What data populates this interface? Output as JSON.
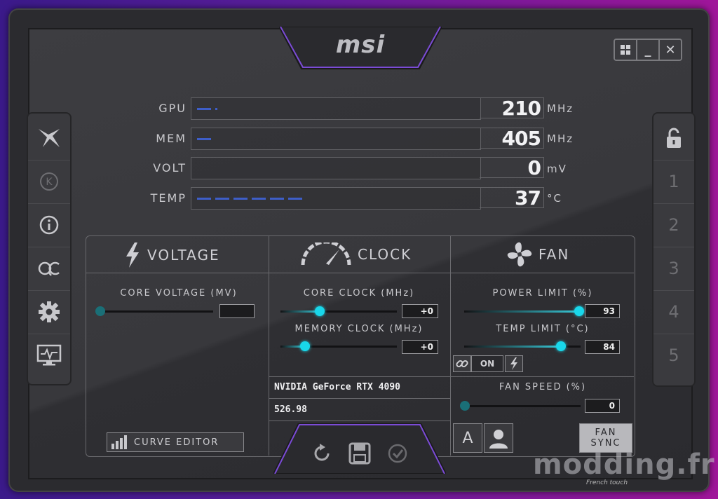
{
  "brand": {
    "logo": "msi"
  },
  "window_controls": {
    "windows": "windows-icon",
    "minimize": "_",
    "close": "✕"
  },
  "left_rail": [
    {
      "name": "rail-logo-icon"
    },
    {
      "name": "kombustor-k-icon"
    },
    {
      "name": "info-icon"
    },
    {
      "name": "oc-scanner-icon"
    },
    {
      "name": "settings-gear-icon"
    },
    {
      "name": "monitor-icon"
    }
  ],
  "profiles": {
    "lock": "unlock-icon",
    "items": [
      "1",
      "2",
      "3",
      "4",
      "5"
    ]
  },
  "meters": [
    {
      "label": "GPU",
      "value": "210",
      "unit": "MHz",
      "level": 0.07
    },
    {
      "label": "MEM",
      "value": "405",
      "unit": "MHz",
      "level": 0.05
    },
    {
      "label": "VOLT",
      "value": "0",
      "unit": "mV",
      "level": 0.0
    },
    {
      "label": "TEMP",
      "value": "37",
      "unit": "°C",
      "level": 0.37
    }
  ],
  "voltage": {
    "header": "VOLTAGE",
    "core_voltage_label": "CORE VOLTAGE  (MV)",
    "core_voltage_value": "",
    "curve_editor": "CURVE EDITOR"
  },
  "clock": {
    "header": "CLOCK",
    "core_clock_label": "CORE CLOCK (MHz)",
    "core_clock_value": "+0",
    "memory_clock_label": "MEMORY CLOCK (MHz)",
    "memory_clock_value": "+0",
    "gpu_name": "NVIDIA GeForce RTX 4090",
    "driver": "526.98"
  },
  "fan": {
    "header": "FAN",
    "power_limit_label": "POWER LIMIT (%)",
    "power_limit_value": "93",
    "temp_limit_label": "TEMP LIMIT (°C)",
    "temp_limit_value": "84",
    "link_toggle": "ON",
    "fan_speed_label": "FAN SPEED (%)",
    "fan_speed_value": "0",
    "auto_label": "A",
    "fan_sync_line1": "FAN",
    "fan_sync_line2": "SYNC"
  },
  "watermark": {
    "text": "modding.fr",
    "sub": "French touch"
  }
}
